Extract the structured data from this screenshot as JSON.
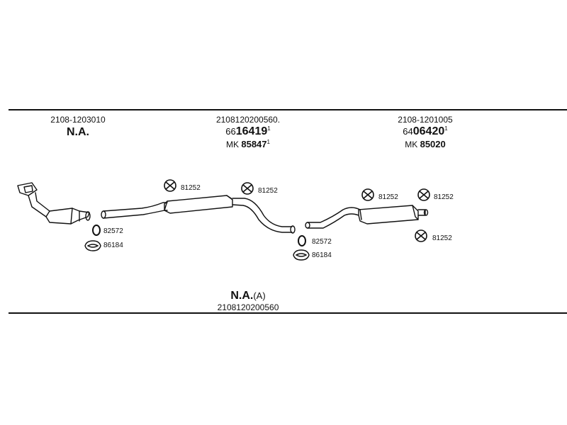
{
  "headers": [
    {
      "code": "2108-1203010",
      "main": "N.A."
    },
    {
      "code": "2108120200560.",
      "prefix": "66",
      "number": "16419",
      "sup": "1",
      "mk_prefix": "MK",
      "mk_number": "85847",
      "mk_sup": "1"
    },
    {
      "code": "2108-1201005",
      "prefix": "64",
      "number": "06420",
      "sup": "1",
      "mk_prefix": "MK",
      "mk_number": "85020"
    }
  ],
  "part_labels": {
    "hanger_front_1": "81252",
    "hanger_front_2": "81252",
    "hanger_rear_1": "81252",
    "hanger_rear_2": "81252",
    "hanger_rear_3": "81252",
    "ring_front": "82572",
    "clamp_front": "86184",
    "ring_mid": "82572",
    "clamp_mid": "86184"
  },
  "footer": {
    "main": "N.A.",
    "suffix": "(A)",
    "code": "2108120200560"
  }
}
